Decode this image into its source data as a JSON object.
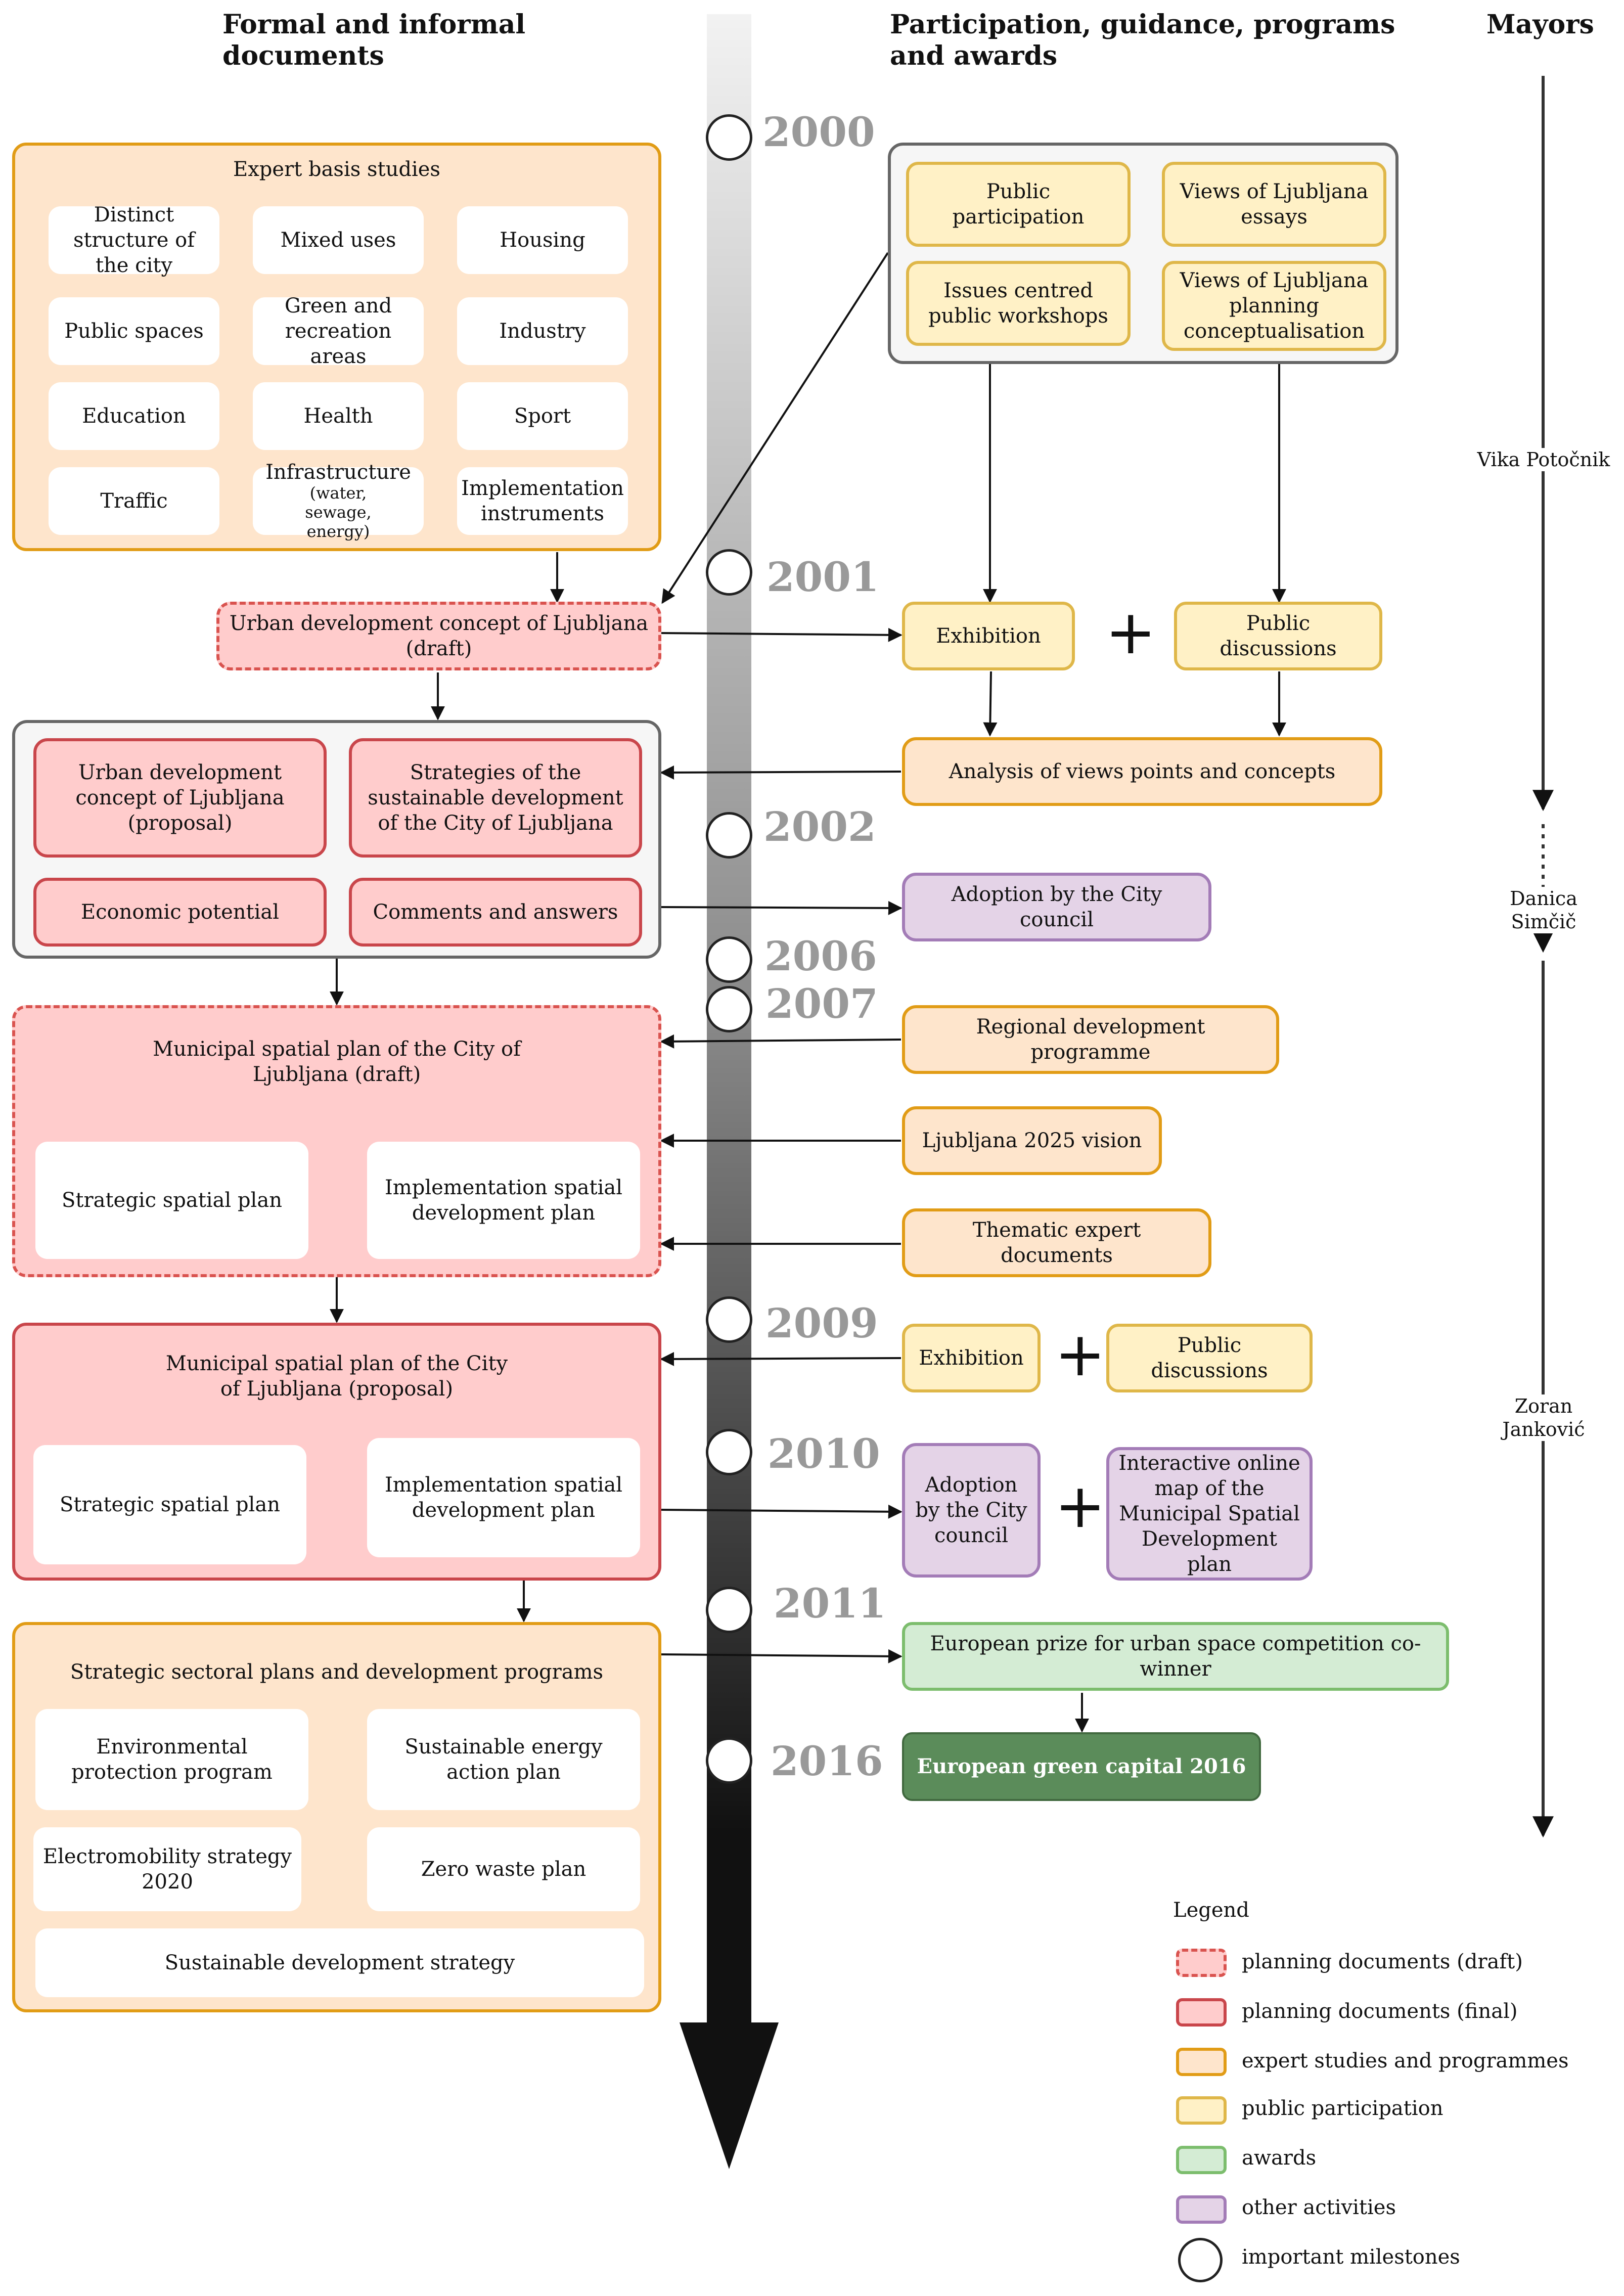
{
  "headers": {
    "left": "Formal and informal documents",
    "middle": "Participation, guidance, programs and awards",
    "right": "Mayors"
  },
  "years": [
    "2000",
    "2001",
    "2002",
    "2006",
    "2007",
    "2009",
    "2010",
    "2011",
    "2016"
  ],
  "expert_basis": {
    "title": "Expert basis studies",
    "items": [
      "Distinct structure of the city",
      "Mixed uses",
      "Housing",
      "Public spaces",
      "Green and recreation areas",
      "Industry",
      "Education",
      "Health",
      "Sport",
      "Traffic",
      "Infrastructure",
      "(water, sewage, energy)",
      "Implementation instruments"
    ]
  },
  "concept_draft": "Urban development concept of Ljubljana (draft)",
  "proposal_group": {
    "concept_proposal": "Urban development concept of Ljubljana (proposal)",
    "strategies": "Strategies of the sustainable development of the City of Ljubljana",
    "economic": "Economic potential",
    "comments": "Comments and answers"
  },
  "msp_draft": {
    "title": "Municipal spatial plan of the City of Ljubljana (draft)",
    "strategic": "Strategic spatial plan",
    "implementation": "Implementation spatial development plan"
  },
  "msp_proposal": {
    "title": "Municipal spatial plan of the City of Ljubljana (proposal)",
    "strategic": "Strategic spatial plan",
    "implementation": "Implementation spatial development plan"
  },
  "sectoral": {
    "title": "Strategic sectoral plans and development programs",
    "items": [
      "Environmental protection program",
      "Sustainable energy action plan",
      "Electromobility strategy 2020",
      "Zero waste plan",
      "Sustainable development strategy"
    ]
  },
  "participation": {
    "public_participation": "Public participation",
    "views_essays": "Views of Ljubljana essays",
    "workshops": "Issues centred public workshops",
    "views_planning": "Views of Ljubljana planning conceptualisation",
    "exhibition1": "Exhibition",
    "discussions1": "Public discussions",
    "analysis": "Analysis of views points and concepts",
    "adoption1": "Adoption by the City council",
    "regional": "Regional development programme",
    "vision": "Ljubljana 2025 vision",
    "thematic": "Thematic expert documents",
    "exhibition2": "Exhibition",
    "discussions2": "Public discussions",
    "adoption2": "Adoption by the City council",
    "online_map": "Interactive online map of the Municipal Spatial Development plan",
    "prize": "European prize for urban space competition co-winner",
    "green_capital": "European green capital 2016",
    "plus": "+"
  },
  "mayors": [
    "Vika Potočnik",
    "Danica Simčič",
    "Zoran Janković"
  ],
  "legend": {
    "title": "Legend",
    "items": [
      "planning documents (draft)",
      "planning documents (final)",
      "expert studies and programmes",
      "public participation",
      "awards",
      "other activities",
      "important milestones"
    ]
  },
  "colors": {
    "draft_fill": "#ffcccc",
    "draft_border": "#d9534f",
    "final_border": "#c9464b",
    "expert_fill": "#fee5cc",
    "expert_border": "#e19c16",
    "public_fill": "#fff1c6",
    "public_border": "#dfb749",
    "award_fill": "#d4ecd4",
    "award_border": "#7cbd6d",
    "award_dark": "#5b8c5a",
    "other_fill": "#e4d3e7",
    "other_border": "#a37cb7"
  }
}
